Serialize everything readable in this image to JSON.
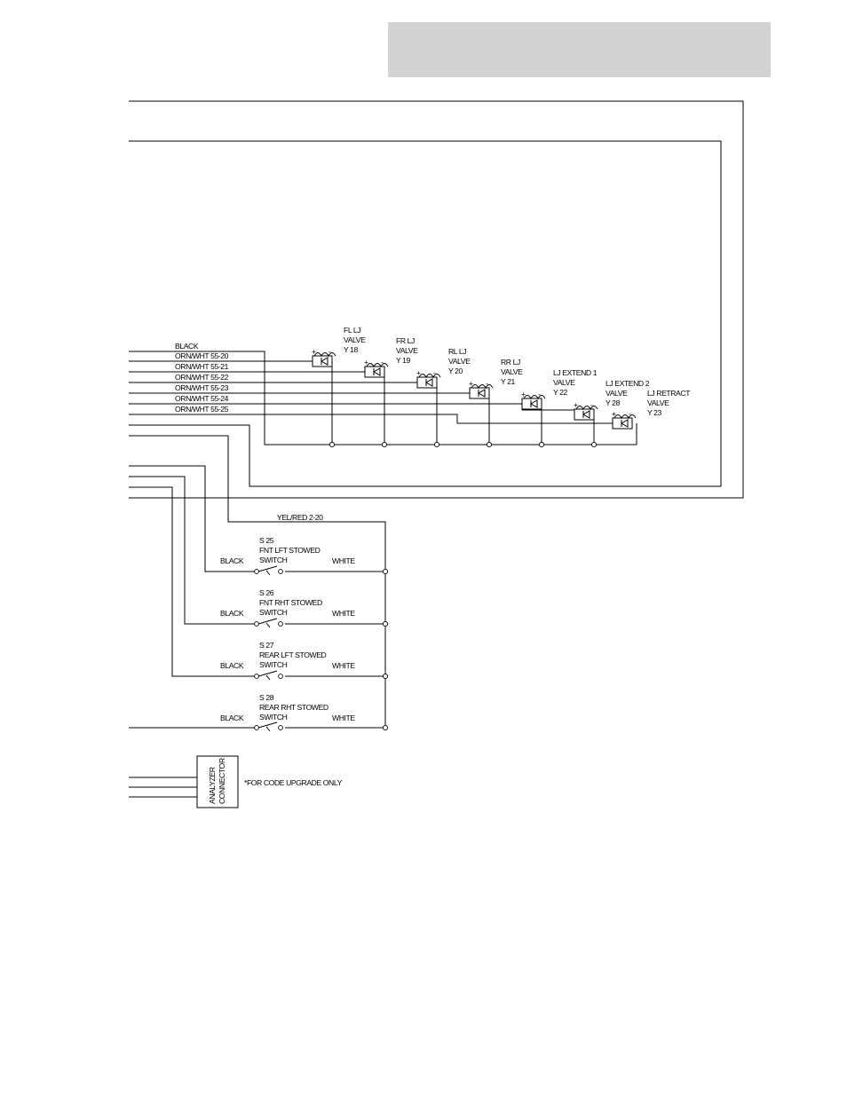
{
  "wire_labels": [
    "BLACK",
    "ORN/WHT  55-20",
    "ORN/WHT  55-21",
    "ORN/WHT  55-22",
    "ORN/WHT  55-23",
    "ORN/WHT  55-24",
    "ORN/WHT  55-25"
  ],
  "valves": [
    {
      "lines": [
        "FL LJ",
        "VALVE",
        "Y 18"
      ]
    },
    {
      "lines": [
        "FR LJ",
        "VALVE",
        "Y 19"
      ]
    },
    {
      "lines": [
        "RL LJ",
        "VALVE",
        "Y 20"
      ]
    },
    {
      "lines": [
        "RR LJ",
        "VALVE",
        "Y 21"
      ]
    },
    {
      "lines": [
        "LJ EXTEND 1",
        "VALVE",
        "Y 22"
      ]
    },
    {
      "lines": [
        "LJ EXTEND 2",
        "VALVE",
        "Y 28"
      ]
    },
    {
      "lines": [
        "LJ RETRACT",
        "VALVE",
        "Y 23"
      ]
    }
  ],
  "switch_feed_label": "YEL/RED  2-20",
  "switches": [
    {
      "lines": [
        "S 25",
        "FNT LFT STOWED",
        "SWITCH"
      ],
      "left_wire": "BLACK",
      "right_wire": "WHITE"
    },
    {
      "lines": [
        "S 26",
        "FNT RHT STOWED",
        "SWITCH"
      ],
      "left_wire": "BLACK",
      "right_wire": "WHITE"
    },
    {
      "lines": [
        "S 27",
        "REAR LFT STOWED",
        "SWITCH"
      ],
      "left_wire": "BLACK",
      "right_wire": "WHITE"
    },
    {
      "lines": [
        "S 28",
        "REAR RHT STOWED",
        "SWITCH"
      ],
      "left_wire": "BLACK",
      "right_wire": "WHITE"
    }
  ],
  "connector": {
    "lines": [
      "ANALYZER",
      "CONNECTOR"
    ],
    "note": "*FOR CODE UPGRADE ONLY"
  },
  "colors": {
    "header_box": "#d2d2d2",
    "line": "#000000",
    "background": "#ffffff"
  }
}
